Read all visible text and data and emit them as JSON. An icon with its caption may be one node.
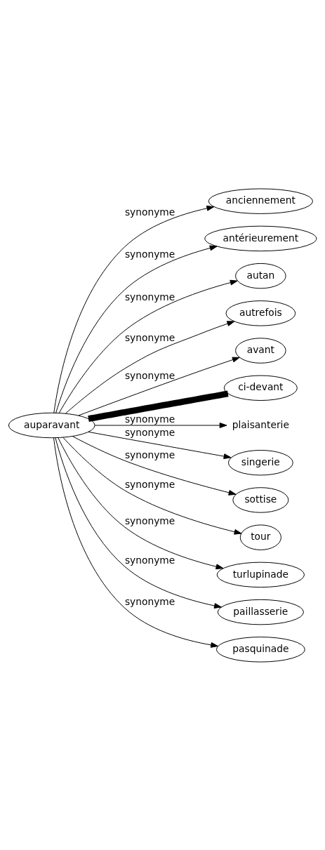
{
  "diagram": {
    "nodes": [
      {
        "text": [
          "auparavant"
        ]
      },
      {
        "text": [
          "anciennement"
        ]
      },
      {
        "text": [
          "antérieurement"
        ]
      },
      {
        "text": [
          "autan"
        ]
      },
      {
        "text": [
          "autrefois"
        ]
      },
      {
        "text": [
          "avant"
        ]
      },
      {
        "text": [
          "ci-devant"
        ]
      },
      {
        "text": [
          "plaisanterie"
        ]
      },
      {
        "text": [
          "singerie"
        ]
      },
      {
        "text": [
          "sottise"
        ]
      },
      {
        "text": [
          "tour"
        ]
      },
      {
        "text": [
          "turlupinade"
        ]
      },
      {
        "text": [
          "paillasserie"
        ]
      },
      {
        "text": [
          "pasquinade"
        ]
      }
    ],
    "edges": [
      {
        "from": 0,
        "to": 1,
        "arrow": "to",
        "label": "synonyme"
      },
      {
        "from": 0,
        "to": 2,
        "arrow": "to",
        "label": "synonyme"
      },
      {
        "from": 0,
        "to": 3,
        "arrow": "to",
        "label": "synonyme"
      },
      {
        "from": 0,
        "to": 4,
        "arrow": "to",
        "label": "synonyme"
      },
      {
        "from": 0,
        "to": 5,
        "arrow": "to",
        "label": "synonyme"
      },
      {
        "from": 0,
        "to": 6,
        "arrow": "none",
        "style": "thick"
      },
      {
        "from": 0,
        "to": 7,
        "arrow": "to",
        "label": "synonyme"
      },
      {
        "from": 0,
        "to": 8,
        "arrow": "to",
        "label": "synonyme"
      },
      {
        "from": 0,
        "to": 9,
        "arrow": "to",
        "label": "synonyme"
      },
      {
        "from": 0,
        "to": 10,
        "arrow": "to",
        "label": "synonyme"
      },
      {
        "from": 0,
        "to": 11,
        "arrow": "to",
        "label": "synonyme"
      },
      {
        "from": 0,
        "to": 12,
        "arrow": "to",
        "label": "synonyme"
      },
      {
        "from": 0,
        "to": 13,
        "arrow": "to",
        "label": "synonyme"
      }
    ]
  }
}
